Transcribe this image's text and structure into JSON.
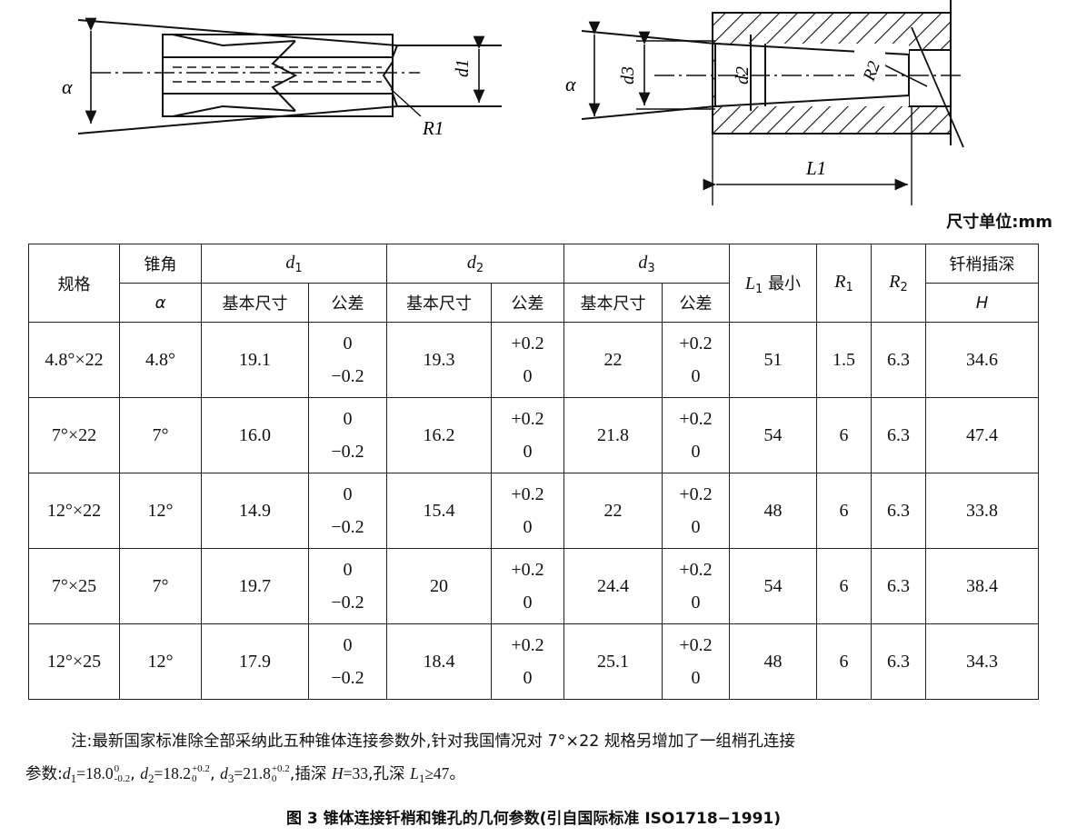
{
  "figure_labels": {
    "alpha_left": "α",
    "d1": "d1",
    "r1": "R1",
    "alpha_right": "α",
    "d3": "d3",
    "d2": "d2",
    "r2": "R2",
    "l1": "L1"
  },
  "units": "尺寸单位:mm",
  "table": {
    "header": {
      "spec": "规格",
      "cone_angle": "锥角",
      "alpha": "α",
      "d1": "d",
      "d1_sub": "1",
      "d2": "d",
      "d2_sub": "2",
      "d3": "d",
      "d3_sub": "3",
      "basic_size": "基本尺寸",
      "tolerance": "公差",
      "l1_min_letter": "L",
      "l1_min_sub": "1",
      "l1_min_text": "最小",
      "r1": "R",
      "r1_sub": "1",
      "r2": "R",
      "r2_sub": "2",
      "insert_depth": "钎梢插深",
      "h": "H"
    },
    "rows": [
      {
        "spec": "4.8°×22",
        "alpha": "4.8°",
        "d1": "19.1",
        "d1_tol_up": "0",
        "d1_tol_low": "−0.2",
        "d2": "19.3",
        "d2_tol_up": "+0.2",
        "d2_tol_low": "0",
        "d3": "22",
        "d3_tol_up": "+0.2",
        "d3_tol_low": "0",
        "l1": "51",
        "r1": "1.5",
        "r2": "6.3",
        "h": "34.6"
      },
      {
        "spec": "7°×22",
        "alpha": "7°",
        "d1": "16.0",
        "d1_tol_up": "0",
        "d1_tol_low": "−0.2",
        "d2": "16.2",
        "d2_tol_up": "+0.2",
        "d2_tol_low": "0",
        "d3": "21.8",
        "d3_tol_up": "+0.2",
        "d3_tol_low": "0",
        "l1": "54",
        "r1": "6",
        "r2": "6.3",
        "h": "47.4"
      },
      {
        "spec": "12°×22",
        "alpha": "12°",
        "d1": "14.9",
        "d1_tol_up": "0",
        "d1_tol_low": "−0.2",
        "d2": "15.4",
        "d2_tol_up": "+0.2",
        "d2_tol_low": "0",
        "d3": "22",
        "d3_tol_up": "+0.2",
        "d3_tol_low": "0",
        "l1": "48",
        "r1": "6",
        "r2": "6.3",
        "h": "33.8"
      },
      {
        "spec": "7°×25",
        "alpha": "7°",
        "d1": "19.7",
        "d1_tol_up": "0",
        "d1_tol_low": "−0.2",
        "d2": "20",
        "d2_tol_up": "+0.2",
        "d2_tol_low": "0",
        "d3": "24.4",
        "d3_tol_up": "+0.2",
        "d3_tol_low": "0",
        "l1": "54",
        "r1": "6",
        "r2": "6.3",
        "h": "38.4"
      },
      {
        "spec": "12°×25",
        "alpha": "12°",
        "d1": "17.9",
        "d1_tol_up": "0",
        "d1_tol_low": "−0.2",
        "d2": "18.4",
        "d2_tol_up": "+0.2",
        "d2_tol_low": "0",
        "d3": "25.1",
        "d3_tol_up": "+0.2",
        "d3_tol_low": "0",
        "l1": "48",
        "r1": "6",
        "r2": "6.3",
        "h": "34.3"
      }
    ]
  },
  "note": {
    "line1": "注:最新国家标准除全部采纳此五种锥体连接参数外,针对我国情况对 7°×22 规格另增加了一组梢孔连接",
    "p_prefix": "参数:",
    "d1_label": "d",
    "d1_sub": "1",
    "d1_value": "=18.0",
    "d1_sup": "0",
    "d1_subtol": "-0.2",
    "d2_label": "d",
    "d2_sub": "2",
    "d2_value": "=18.2",
    "d2_sup": "+0.2",
    "d2_subtol": "0",
    "d3_label": "d",
    "d3_sub": "3",
    "d3_value": "=21.8",
    "d3_sup": "+0.2",
    "d3_subtol": "0",
    "insert_text": ",插深 ",
    "h_label": "H",
    "h_value": "=33",
    "hole_text": ",孔深 ",
    "l_label": "L",
    "l_sub": "1",
    "l_value": "≥47。"
  },
  "caption": "图 3   锥体连接钎梢和锥孔的几何参数(引自国际标准 ISO1718−1991)"
}
